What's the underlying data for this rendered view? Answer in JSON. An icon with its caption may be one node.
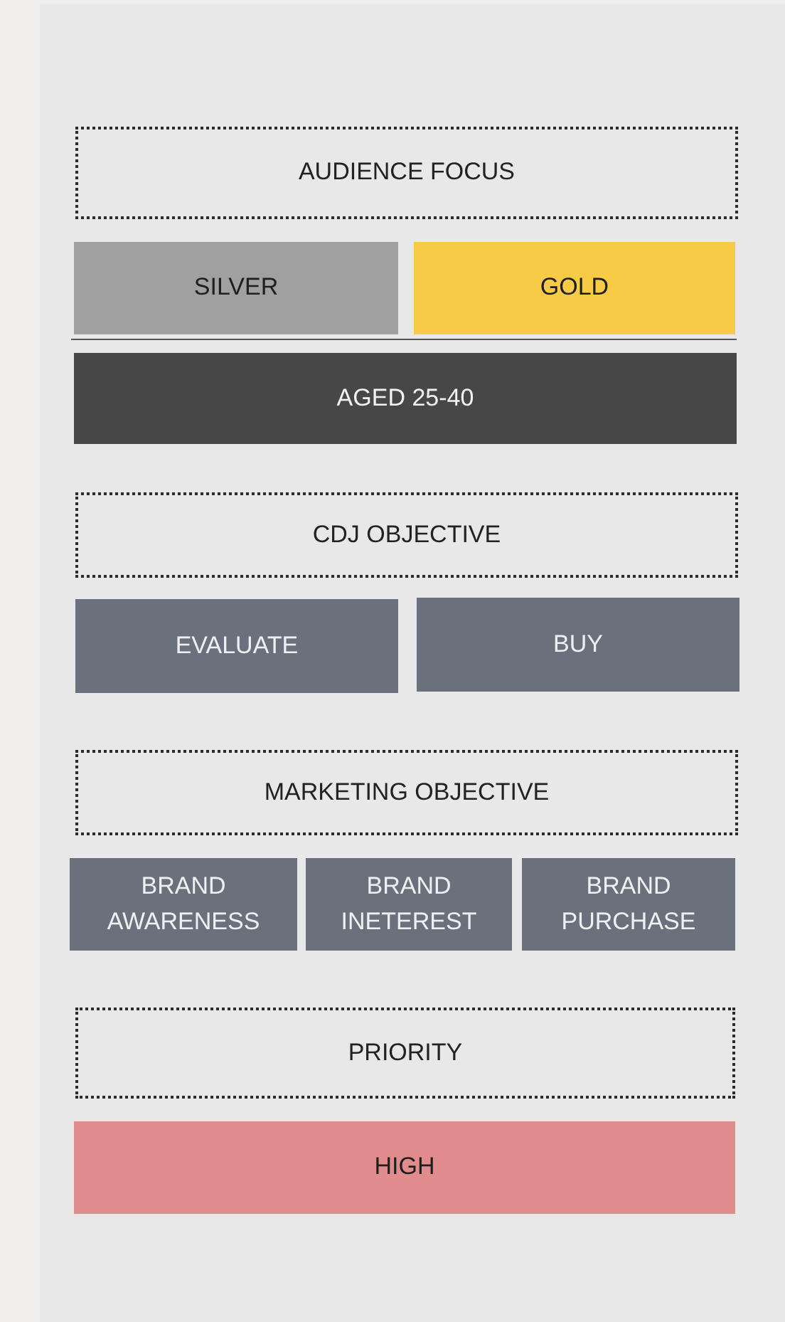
{
  "diagram": {
    "nodes": [
      {
        "text": [
          "AUDIENCE FOCUS"
        ]
      },
      {
        "text": [
          "SILVER"
        ]
      },
      {
        "text": [
          "GOLD"
        ]
      },
      {
        "text": [
          "AGED 25-40"
        ]
      },
      {
        "text": [
          "CDJ OBJECTIVE"
        ]
      },
      {
        "text": [
          "EVALUATE"
        ]
      },
      {
        "text": [
          "BUY"
        ]
      },
      {
        "text": [
          "MARKETING OBJECTIVE"
        ]
      },
      {
        "text": [
          "BRAND AWARENESS"
        ]
      },
      {
        "text": [
          "BRAND INETEREST"
        ]
      },
      {
        "text": [
          "BRAND PURCHASE"
        ]
      },
      {
        "text": [
          "PRIORITY"
        ]
      },
      {
        "text": [
          "HIGH"
        ]
      }
    ]
  }
}
